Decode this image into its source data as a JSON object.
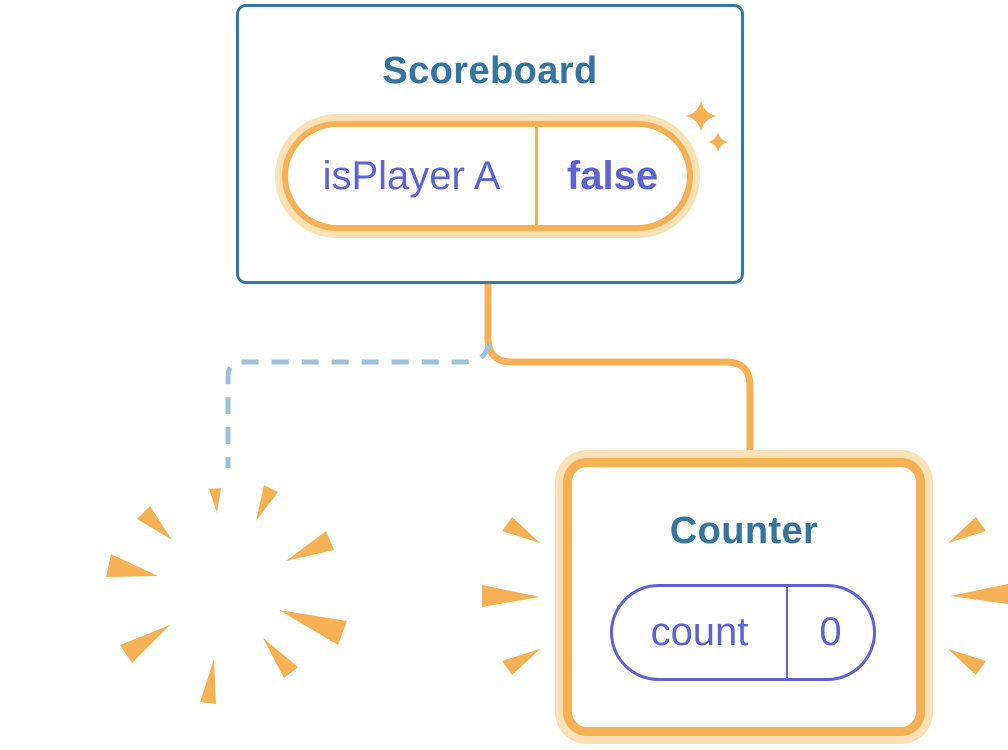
{
  "scoreboard_card": {
    "title": "Scoreboard",
    "state_pill": {
      "label": "isPlayer A",
      "value": "false"
    }
  },
  "counter_card": {
    "title": "Counter",
    "state_pill": {
      "label": "count",
      "value": "0"
    }
  },
  "icons": {
    "sparkle-icon": "four-point star",
    "poof-icon": "starburst of wedge rays (component destroyed)",
    "emphasis-icon": "wedge rays flanking card (component added)"
  },
  "colors": {
    "orange": "#F6B155",
    "orange_halo": "#FBE1B6",
    "card_border_blue": "#3478A8",
    "title_blue": "#35749E",
    "state_indigo": "#5E63D3",
    "dashed_line_blue": "#9EC1DB",
    "card_background": "#FFFFFF"
  }
}
